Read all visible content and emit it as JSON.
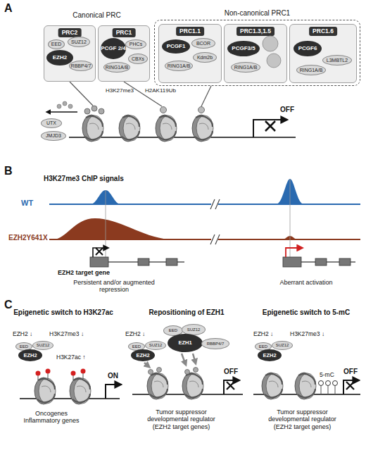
{
  "diagram": {
    "nodes": [
      {
        "text": [
          "PRC2"
        ]
      },
      {
        "text": [
          "EED"
        ],
        "in": 0
      },
      {
        "text": [
          "SUZ12"
        ],
        "in": 0
      },
      {
        "text": [
          "EZH2"
        ],
        "in": 0
      },
      {
        "text": [
          "RBBP4/7"
        ],
        "in": 0
      },
      {
        "text": [
          "PRC1"
        ]
      },
      {
        "text": [
          "PCGF 2/4"
        ],
        "in": 5
      },
      {
        "text": [
          "PHCs"
        ],
        "in": 5
      },
      {
        "text": [
          "RING1A/B"
        ],
        "in": 5
      },
      {
        "text": [
          "CBXs"
        ],
        "in": 5
      },
      {
        "text": [
          "Non-canonical PRC1"
        ]
      },
      {
        "text": [
          "PRC1.1"
        ],
        "in": 10
      },
      {
        "text": [
          "PCGF1"
        ],
        "in": 11
      },
      {
        "text": [
          "BCOR"
        ],
        "in": 11
      },
      {
        "text": [
          "RING1A/B"
        ],
        "in": 11
      },
      {
        "text": [
          "Kdm2b"
        ],
        "in": 11
      },
      {
        "text": [
          "PRC1.3,1.5"
        ],
        "in": 10
      },
      {
        "text": [
          "PCGF3/5"
        ],
        "in": 16
      },
      {
        "text": [
          "RING1A/B"
        ],
        "in": 16
      },
      {
        "text": [
          "PRC1.6"
        ],
        "in": 10
      },
      {
        "text": [
          "PCGF6"
        ],
        "in": 19
      },
      {
        "text": [
          "L3MBTL2"
        ],
        "in": 19
      },
      {
        "text": [
          "RING1A/B"
        ],
        "in": 19
      },
      {
        "text": [
          "UTX"
        ]
      },
      {
        "text": [
          "JMJD3"
        ]
      },
      {
        "text": [
          "EED"
        ]
      },
      {
        "text": [
          "SUZ12"
        ]
      },
      {
        "text": [
          "EZH2"
        ]
      },
      {
        "text": [
          "EED"
        ]
      },
      {
        "text": [
          "SUZ12"
        ]
      },
      {
        "text": [
          "EZH2"
        ]
      },
      {
        "text": [
          "EED"
        ]
      },
      {
        "text": [
          "SUZ12"
        ]
      },
      {
        "text": [
          "EZH1"
        ]
      },
      {
        "text": [
          "RBBP4/7"
        ]
      },
      {
        "text": [
          "EED"
        ]
      },
      {
        "text": [
          "SUZ12"
        ]
      },
      {
        "text": [
          "EZH2"
        ]
      }
    ],
    "labels": [
      "A",
      "Canonical PRC",
      "H3K27me3",
      "H2AK119Ub",
      "OFF",
      "B",
      "H3K27me3 ChIP signals",
      "WT",
      "EZH2Y641X",
      "EZH2 target gene",
      "Persistent and/or augmented repression",
      "Aberrant activation",
      "C",
      "Epigenetic switch to H3K27ac",
      "EZH2 ↓",
      "H3K27me3 ↓",
      "H3K27ac ↑",
      "ON",
      "Oncogenes Inflammatory genes",
      "Repositioning of EZH1",
      "EZH2 ↓",
      "OFF",
      "Tumor suppressor developmental regulator (EZH2 target genes)",
      "Epigenetic switch to 5-mC",
      "EZH2 ↓",
      "H3K27me3 ↓",
      "5-mC",
      "OFF",
      "Tumor suppressor developmental regulator (EZH2 target genes)"
    ]
  }
}
